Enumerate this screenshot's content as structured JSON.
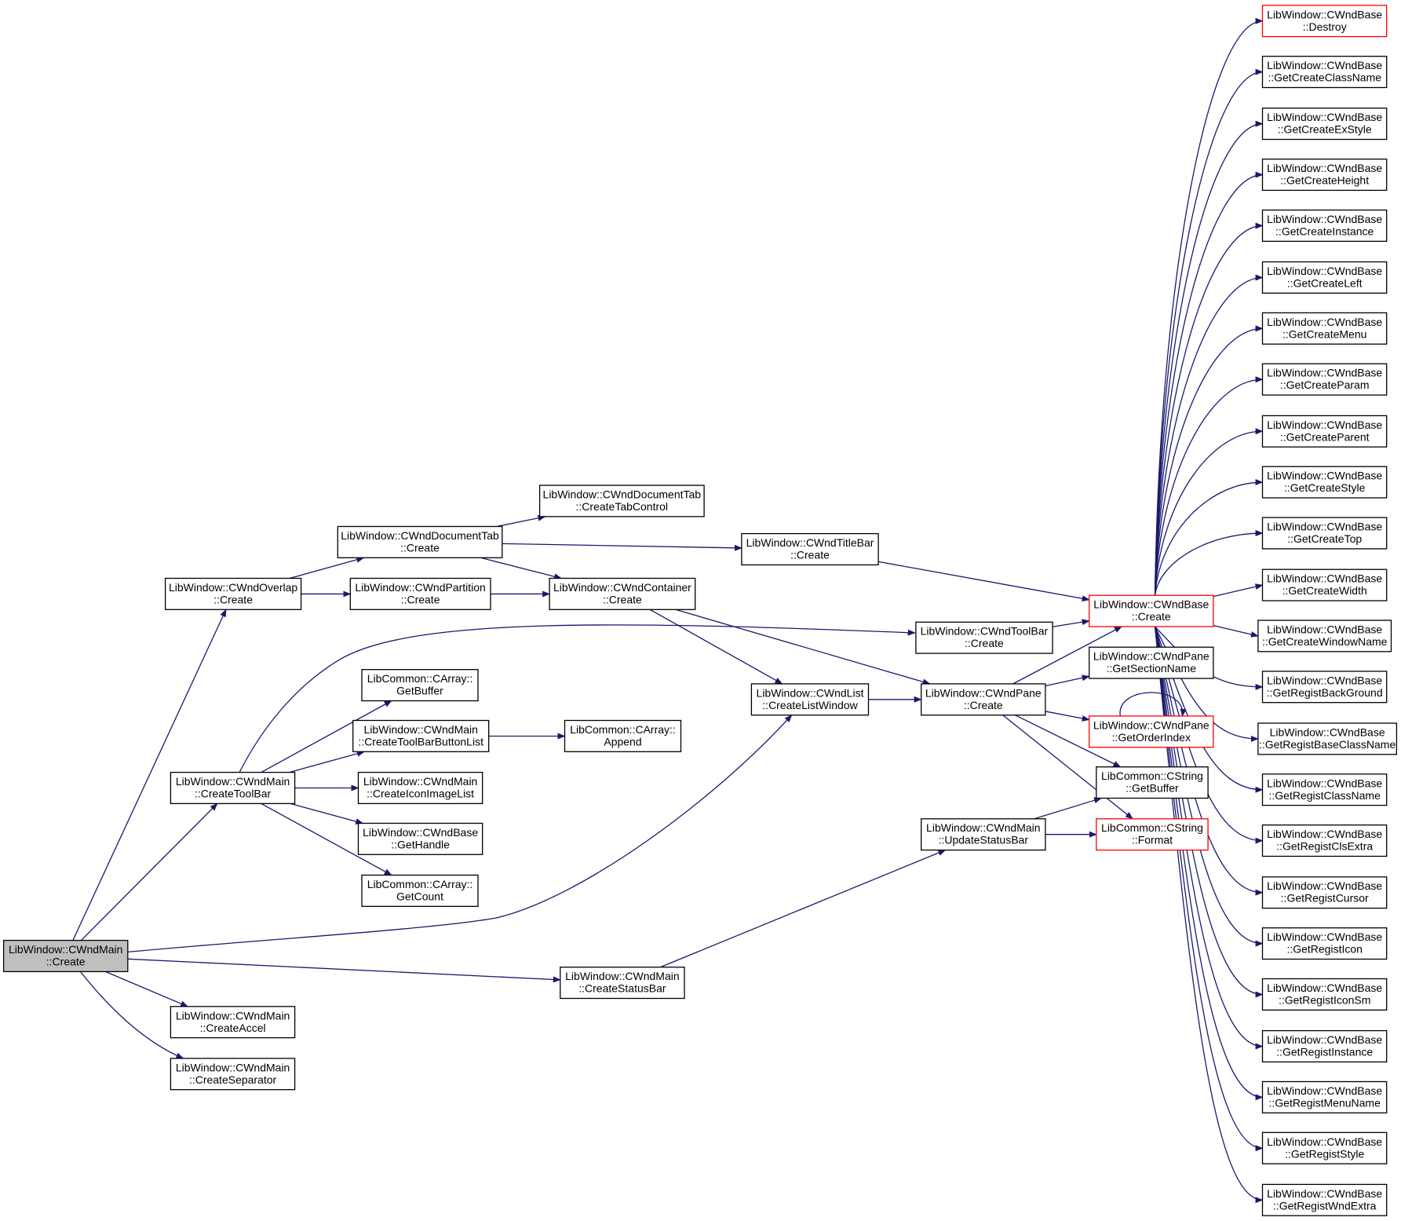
{
  "colors": {
    "edge": "#191970",
    "node_border": "#000000",
    "truncated_border": "#ff0000",
    "root_fill": "#bfbfbf",
    "node_fill": "#ffffff",
    "background": "#ffffff"
  },
  "nodes": [
    {
      "id": "main_create",
      "line1": "LibWindow::CWndMain",
      "line2": "::Create",
      "root": true,
      "truncated": false
    },
    {
      "id": "overlap_create",
      "line1": "LibWindow::CWndOverlap",
      "line2": "::Create",
      "root": false,
      "truncated": false
    },
    {
      "id": "doctab_create",
      "line1": "LibWindow::CWndDocumentTab",
      "line2": "::Create",
      "root": false,
      "truncated": false
    },
    {
      "id": "doctab_createtab",
      "line1": "LibWindow::CWndDocumentTab",
      "line2": "::CreateTabControl",
      "root": false,
      "truncated": false
    },
    {
      "id": "partition_create",
      "line1": "LibWindow::CWndPartition",
      "line2": "::Create",
      "root": false,
      "truncated": false
    },
    {
      "id": "container_create",
      "line1": "LibWindow::CWndContainer",
      "line2": "::Create",
      "root": false,
      "truncated": false
    },
    {
      "id": "titlebar_create",
      "line1": "LibWindow::CWndTitleBar",
      "line2": "::Create",
      "root": false,
      "truncated": false
    },
    {
      "id": "toolbar_create",
      "line1": "LibWindow::CWndToolBar",
      "line2": "::Create",
      "root": false,
      "truncated": false
    },
    {
      "id": "list_create",
      "line1": "LibWindow::CWndList",
      "line2": "::CreateListWindow",
      "root": false,
      "truncated": false
    },
    {
      "id": "pane_create",
      "line1": "LibWindow::CWndPane",
      "line2": "::Create",
      "root": false,
      "truncated": false
    },
    {
      "id": "main_createtoolbar",
      "line1": "LibWindow::CWndMain",
      "line2": "::CreateToolBar",
      "root": false,
      "truncated": false
    },
    {
      "id": "carray_getbuffer",
      "line1": "LibCommon::CArray::",
      "line2": "GetBuffer",
      "root": false,
      "truncated": false
    },
    {
      "id": "main_createtbblist",
      "line1": "LibWindow::CWndMain",
      "line2": "::CreateToolBarButtonList",
      "root": false,
      "truncated": false
    },
    {
      "id": "carray_append",
      "line1": "LibCommon::CArray::",
      "line2": "Append",
      "root": false,
      "truncated": false
    },
    {
      "id": "main_createiconlist",
      "line1": "LibWindow::CWndMain",
      "line2": "::CreateIconImageList",
      "root": false,
      "truncated": false
    },
    {
      "id": "base_gethandle",
      "line1": "LibWindow::CWndBase",
      "line2": "::GetHandle",
      "root": false,
      "truncated": false
    },
    {
      "id": "carray_getcount",
      "line1": "LibCommon::CArray::",
      "line2": "GetCount",
      "root": false,
      "truncated": false
    },
    {
      "id": "main_createstatusbar",
      "line1": "LibWindow::CWndMain",
      "line2": "::CreateStatusBar",
      "root": false,
      "truncated": false
    },
    {
      "id": "main_updatestatusbar",
      "line1": "LibWindow::CWndMain",
      "line2": "::UpdateStatusBar",
      "root": false,
      "truncated": false
    },
    {
      "id": "main_createaccel",
      "line1": "LibWindow::CWndMain",
      "line2": "::CreateAccel",
      "root": false,
      "truncated": false
    },
    {
      "id": "main_createsep",
      "line1": "LibWindow::CWndMain",
      "line2": "::CreateSeparator",
      "root": false,
      "truncated": false
    },
    {
      "id": "base_create",
      "line1": "LibWindow::CWndBase",
      "line2": "::Create",
      "root": false,
      "truncated": true
    },
    {
      "id": "pane_getsection",
      "line1": "LibWindow::CWndPane",
      "line2": "::GetSectionName",
      "root": false,
      "truncated": false
    },
    {
      "id": "pane_getorder",
      "line1": "LibWindow::CWndPane",
      "line2": "::GetOrderIndex",
      "root": false,
      "truncated": true
    },
    {
      "id": "cstring_getbuffer",
      "line1": "LibCommon::CString",
      "line2": "::GetBuffer",
      "root": false,
      "truncated": false
    },
    {
      "id": "cstring_format",
      "line1": "LibCommon::CString",
      "line2": "::Format",
      "root": false,
      "truncated": true
    },
    {
      "id": "b_destroy",
      "line1": "LibWindow::CWndBase",
      "line2": "::Destroy",
      "root": false,
      "truncated": true
    },
    {
      "id": "b_getcreateclassname",
      "line1": "LibWindow::CWndBase",
      "line2": "::GetCreateClassName",
      "root": false,
      "truncated": false
    },
    {
      "id": "b_getcreateexstyle",
      "line1": "LibWindow::CWndBase",
      "line2": "::GetCreateExStyle",
      "root": false,
      "truncated": false
    },
    {
      "id": "b_getcreateheight",
      "line1": "LibWindow::CWndBase",
      "line2": "::GetCreateHeight",
      "root": false,
      "truncated": false
    },
    {
      "id": "b_getcreateinstance",
      "line1": "LibWindow::CWndBase",
      "line2": "::GetCreateInstance",
      "root": false,
      "truncated": false
    },
    {
      "id": "b_getcreateleft",
      "line1": "LibWindow::CWndBase",
      "line2": "::GetCreateLeft",
      "root": false,
      "truncated": false
    },
    {
      "id": "b_getcreatemenu",
      "line1": "LibWindow::CWndBase",
      "line2": "::GetCreateMenu",
      "root": false,
      "truncated": false
    },
    {
      "id": "b_getcreateparam",
      "line1": "LibWindow::CWndBase",
      "line2": "::GetCreateParam",
      "root": false,
      "truncated": false
    },
    {
      "id": "b_getcreateparent",
      "line1": "LibWindow::CWndBase",
      "line2": "::GetCreateParent",
      "root": false,
      "truncated": false
    },
    {
      "id": "b_getcreatestyle",
      "line1": "LibWindow::CWndBase",
      "line2": "::GetCreateStyle",
      "root": false,
      "truncated": false
    },
    {
      "id": "b_getcreatetop",
      "line1": "LibWindow::CWndBase",
      "line2": "::GetCreateTop",
      "root": false,
      "truncated": false
    },
    {
      "id": "b_getcreatewidth",
      "line1": "LibWindow::CWndBase",
      "line2": "::GetCreateWidth",
      "root": false,
      "truncated": false
    },
    {
      "id": "b_getcreatewindowname",
      "line1": "LibWindow::CWndBase",
      "line2": "::GetCreateWindowName",
      "root": false,
      "truncated": false
    },
    {
      "id": "b_getregistbackground",
      "line1": "LibWindow::CWndBase",
      "line2": "::GetRegistBackGround",
      "root": false,
      "truncated": false
    },
    {
      "id": "b_getregistbaseclassname",
      "line1": "LibWindow::CWndBase",
      "line2": "::GetRegistBaseClassName",
      "root": false,
      "truncated": false
    },
    {
      "id": "b_getregistclassname",
      "line1": "LibWindow::CWndBase",
      "line2": "::GetRegistClassName",
      "root": false,
      "truncated": false
    },
    {
      "id": "b_getregistclsextra",
      "line1": "LibWindow::CWndBase",
      "line2": "::GetRegistClsExtra",
      "root": false,
      "truncated": false
    },
    {
      "id": "b_getregistcursor",
      "line1": "LibWindow::CWndBase",
      "line2": "::GetRegistCursor",
      "root": false,
      "truncated": false
    },
    {
      "id": "b_getregisticon",
      "line1": "LibWindow::CWndBase",
      "line2": "::GetRegistIcon",
      "root": false,
      "truncated": false
    },
    {
      "id": "b_getregisticonsm",
      "line1": "LibWindow::CWndBase",
      "line2": "::GetRegistIconSm",
      "root": false,
      "truncated": false
    },
    {
      "id": "b_getregistinstance",
      "line1": "LibWindow::CWndBase",
      "line2": "::GetRegistInstance",
      "root": false,
      "truncated": false
    },
    {
      "id": "b_getregistmenuname",
      "line1": "LibWindow::CWndBase",
      "line2": "::GetRegistMenuName",
      "root": false,
      "truncated": false
    },
    {
      "id": "b_getregiststyle",
      "line1": "LibWindow::CWndBase",
      "line2": "::GetRegistStyle",
      "root": false,
      "truncated": false
    },
    {
      "id": "b_getregistwndextra",
      "line1": "LibWindow::CWndBase",
      "line2": "::GetRegistWndExtra",
      "root": false,
      "truncated": false
    }
  ],
  "edges": [
    {
      "from": "main_create",
      "to": "overlap_create"
    },
    {
      "from": "main_create",
      "to": "main_createtoolbar"
    },
    {
      "from": "main_create",
      "to": "list_create"
    },
    {
      "from": "main_create",
      "to": "main_createstatusbar"
    },
    {
      "from": "main_create",
      "to": "main_createaccel"
    },
    {
      "from": "main_create",
      "to": "main_createsep"
    },
    {
      "from": "overlap_create",
      "to": "doctab_create"
    },
    {
      "from": "overlap_create",
      "to": "partition_create"
    },
    {
      "from": "doctab_create",
      "to": "doctab_createtab"
    },
    {
      "from": "doctab_create",
      "to": "titlebar_create"
    },
    {
      "from": "doctab_create",
      "to": "container_create"
    },
    {
      "from": "partition_create",
      "to": "container_create"
    },
    {
      "from": "container_create",
      "to": "list_create"
    },
    {
      "from": "container_create",
      "to": "pane_create"
    },
    {
      "from": "titlebar_create",
      "to": "base_create"
    },
    {
      "from": "toolbar_create",
      "to": "base_create"
    },
    {
      "from": "main_createtoolbar",
      "to": "toolbar_create"
    },
    {
      "from": "main_createtoolbar",
      "to": "carray_getbuffer"
    },
    {
      "from": "main_createtoolbar",
      "to": "main_createtbblist"
    },
    {
      "from": "main_createtoolbar",
      "to": "main_createiconlist"
    },
    {
      "from": "main_createtoolbar",
      "to": "base_gethandle"
    },
    {
      "from": "main_createtoolbar",
      "to": "carray_getcount"
    },
    {
      "from": "main_createtbblist",
      "to": "carray_append"
    },
    {
      "from": "list_create",
      "to": "pane_create"
    },
    {
      "from": "pane_create",
      "to": "base_create"
    },
    {
      "from": "pane_create",
      "to": "pane_getsection"
    },
    {
      "from": "pane_create",
      "to": "pane_getorder"
    },
    {
      "from": "pane_create",
      "to": "cstring_getbuffer"
    },
    {
      "from": "pane_create",
      "to": "cstring_format"
    },
    {
      "from": "pane_getorder",
      "to": "pane_getorder"
    },
    {
      "from": "main_createstatusbar",
      "to": "main_updatestatusbar"
    },
    {
      "from": "main_updatestatusbar",
      "to": "cstring_getbuffer"
    },
    {
      "from": "main_updatestatusbar",
      "to": "cstring_format"
    },
    {
      "from": "base_create",
      "to": "b_destroy"
    },
    {
      "from": "base_create",
      "to": "b_getcreateclassname"
    },
    {
      "from": "base_create",
      "to": "b_getcreateexstyle"
    },
    {
      "from": "base_create",
      "to": "b_getcreateheight"
    },
    {
      "from": "base_create",
      "to": "b_getcreateinstance"
    },
    {
      "from": "base_create",
      "to": "b_getcreateleft"
    },
    {
      "from": "base_create",
      "to": "b_getcreatemenu"
    },
    {
      "from": "base_create",
      "to": "b_getcreateparam"
    },
    {
      "from": "base_create",
      "to": "b_getcreateparent"
    },
    {
      "from": "base_create",
      "to": "b_getcreatestyle"
    },
    {
      "from": "base_create",
      "to": "b_getcreatetop"
    },
    {
      "from": "base_create",
      "to": "b_getcreatewidth"
    },
    {
      "from": "base_create",
      "to": "b_getcreatewindowname"
    },
    {
      "from": "base_create",
      "to": "b_getregistbackground"
    },
    {
      "from": "base_create",
      "to": "b_getregistbaseclassname"
    },
    {
      "from": "base_create",
      "to": "b_getregistclassname"
    },
    {
      "from": "base_create",
      "to": "b_getregistclsextra"
    },
    {
      "from": "base_create",
      "to": "b_getregistcursor"
    },
    {
      "from": "base_create",
      "to": "b_getregisticon"
    },
    {
      "from": "base_create",
      "to": "b_getregisticonsm"
    },
    {
      "from": "base_create",
      "to": "b_getregistinstance"
    },
    {
      "from": "base_create",
      "to": "b_getregistmenuname"
    },
    {
      "from": "base_create",
      "to": "b_getregiststyle"
    },
    {
      "from": "base_create",
      "to": "b_getregistwndextra"
    }
  ]
}
